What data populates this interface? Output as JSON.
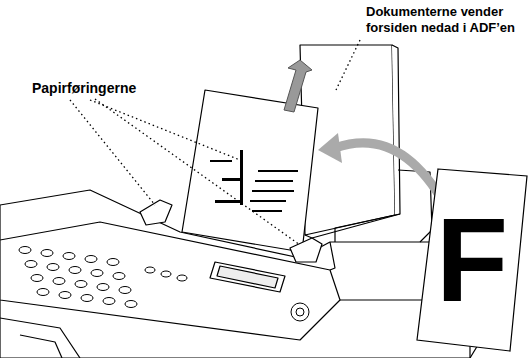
{
  "diagram": {
    "nodes": [
      {
        "text": [
          "F"
        ]
      }
    ],
    "labels": [
      "Dokumenterne vender forsiden nedad i ADF’en",
      "Papirføringerne"
    ]
  }
}
